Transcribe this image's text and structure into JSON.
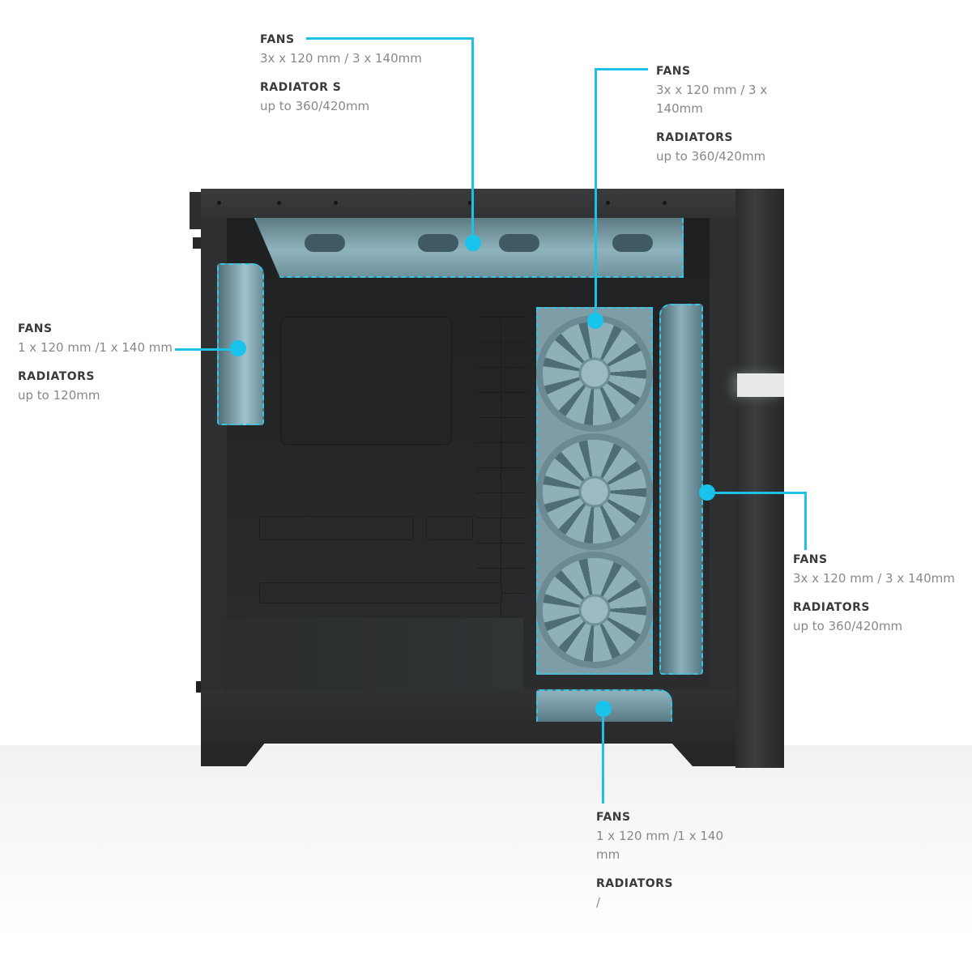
{
  "accent_color": "#1ec0e6",
  "callouts": {
    "top": {
      "fans_title": "FANS",
      "fans_value": "3x x 120 mm / 3 x 140mm",
      "radiators_title": "RADIATOR S",
      "radiators_value": "up to  360/420mm"
    },
    "middle": {
      "fans_title": "FANS",
      "fans_value_line1": "3x x 120 mm / 3 x",
      "fans_value_line2": "140mm",
      "radiators_title": "RADIATORS",
      "radiators_value": "up to  360/420mm"
    },
    "rear": {
      "fans_title": "FANS",
      "fans_value": "1 x 120 mm /1 x 140 mm",
      "radiators_title": "RADIATORS",
      "radiators_value": "up to 120mm"
    },
    "front": {
      "fans_title": "FANS",
      "fans_value": "3x x 120 mm / 3 x 140mm",
      "radiators_title": "RADIATORS",
      "radiators_value": "up to  360/420mm"
    },
    "bottom": {
      "fans_title": "FANS",
      "fans_value_line1": "1 x 120 mm /1 x 140",
      "fans_value_line2": "mm",
      "radiators_title": "RADIATORS",
      "radiators_value": "/"
    }
  }
}
